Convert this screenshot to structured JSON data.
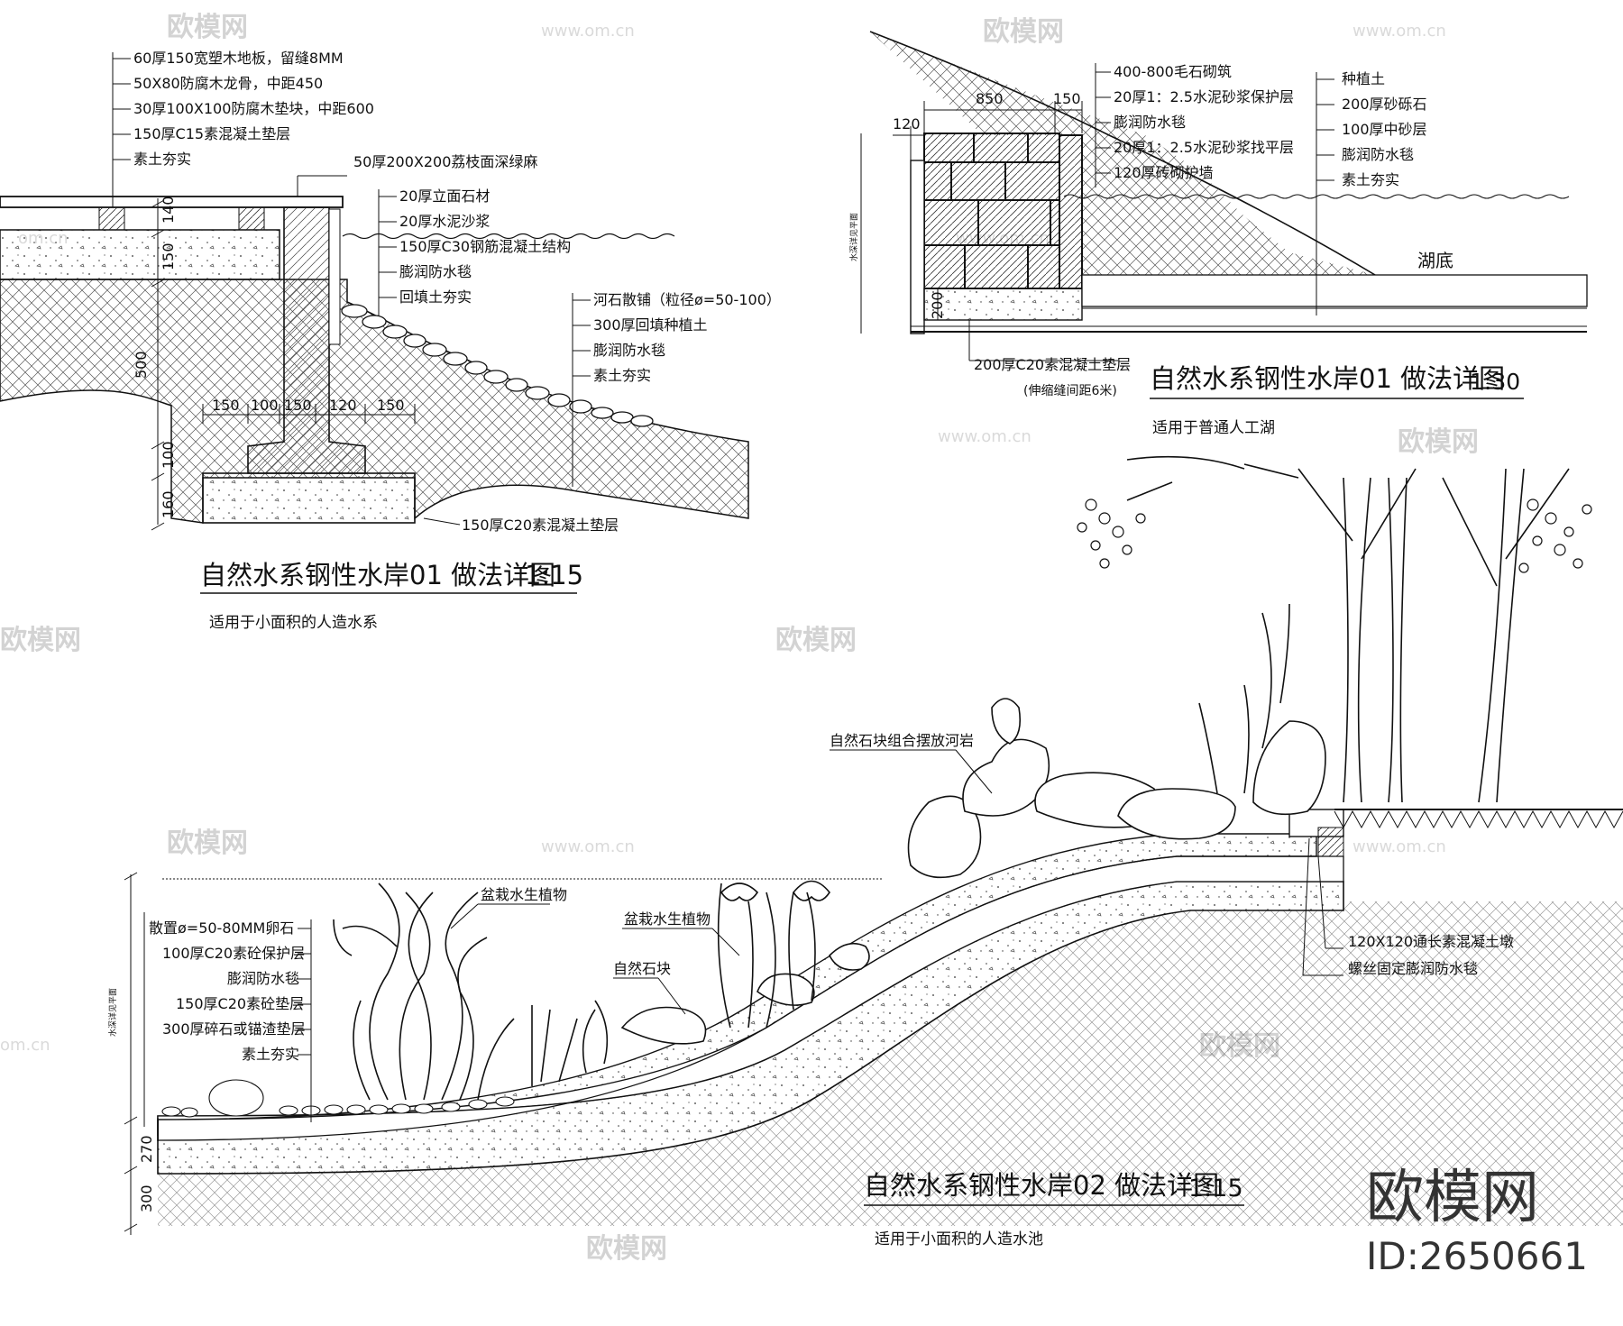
{
  "watermark": {
    "brand": "欧模网",
    "url": "www.om.cn",
    "url_short": "om.cn"
  },
  "detail1": {
    "layers": [
      "60厚150宽塑木地板，留缝8MM",
      "50X80防腐木龙骨，中距450",
      "30厚100X100防腐木垫块，中距600",
      "150厚C15素混凝土垫层",
      "素土夯实"
    ],
    "coping": "50厚200X200荔枝面深绿麻",
    "wall_layers": [
      "20厚立面石材",
      "20厚水泥沙浆",
      "150厚C30钢筋混凝土结构",
      "膨润防水毯",
      "回填土夯实"
    ],
    "slope_layers": [
      "河石散铺（粒径ø=50-100）",
      "300厚回填种植土",
      "膨润防水毯",
      "素土夯实"
    ],
    "base_note": "150厚C20素混凝土垫层",
    "dims_v": [
      "140",
      "150",
      "500",
      "100",
      "160"
    ],
    "dims_h": [
      "150",
      "100",
      "150",
      "120",
      "150"
    ],
    "title": "自然水系钢性水岸01 做法详图",
    "scale": "1:15",
    "subtitle": "适用于小面积的人造水系"
  },
  "detail2": {
    "layers_left": [
      "400-800毛石砌筑",
      "20厚1：2.5水泥砂浆保护层",
      "膨润防水毯",
      "20厚1：2.5水泥砂浆找平层",
      "120厚砖砌护墙"
    ],
    "layers_right": [
      "种植土",
      "200厚砂砾石",
      "100厚中砂层",
      "膨润防水毯",
      "素土夯实"
    ],
    "lake_bottom": "湖底",
    "dims": [
      "850",
      "150",
      "120",
      "200"
    ],
    "side_note": "水深详见平面",
    "base_note": "200厚C20素混凝土垫层",
    "base_note2": "(伸缩缝间距6米)",
    "title": "自然水系钢性水岸01 做法详图",
    "scale": "1:30",
    "subtitle": "适用于普通人工湖"
  },
  "detail3": {
    "rock_note": "自然石块组合摆放河岩",
    "plant_note1": "盆栽水生植物",
    "plant_note2": "盆栽水生植物",
    "stone_note": "自然石块",
    "layers": [
      "散置ø=50-80MM卵石",
      "100厚C20素砼保护层",
      "膨润防水毯",
      "150厚C20素砼垫层",
      "300厚碎石或锚渣垫层",
      "素土夯实"
    ],
    "right_notes": [
      "120X120通长素混凝土墩",
      "螺丝固定膨润防水毯"
    ],
    "dims": [
      "270",
      "300"
    ],
    "side_note": "水深详见平面",
    "title": "自然水系钢性水岸02 做法详图",
    "scale": "1:15",
    "subtitle": "适用于小面积的人造水池"
  },
  "brand_block": {
    "name": "欧模网",
    "id": "ID:2650661"
  }
}
